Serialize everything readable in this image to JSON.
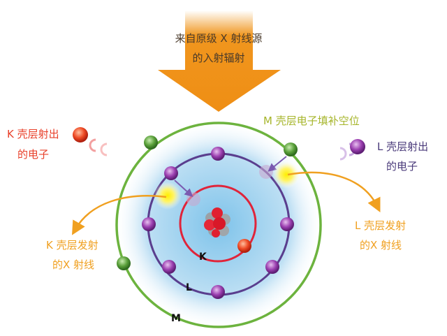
{
  "arrow_text": {
    "line1": "来自原级 X 射线源",
    "line2": "的入射辐射"
  },
  "labels": {
    "k_ejected": {
      "line1": "K 壳层射出",
      "line2": "的电子"
    },
    "l_ejected": {
      "line1": "L 壳层射出",
      "line2": "的电子"
    },
    "m_fill": "M 壳层电子填补空位",
    "k_xray": {
      "line1": "K 壳层发射",
      "line2": "的X 射线"
    },
    "l_xray": {
      "line1": "L 壳层发射",
      "line2": "的X 射线"
    }
  },
  "shells": {
    "k": "K",
    "l": "L",
    "m": "M"
  },
  "colors": {
    "arrow": "#f0961e",
    "k_shell": "#e0243a",
    "l_shell": "#5a3e8e",
    "m_shell": "#6cb33e",
    "k_text": "#e8402a",
    "l_text": "#4a3a7a",
    "m_text": "#a6b52a",
    "xray": "#f0a020",
    "electron_l": "#9b3fb0",
    "electron_m": "#5aa03a"
  }
}
